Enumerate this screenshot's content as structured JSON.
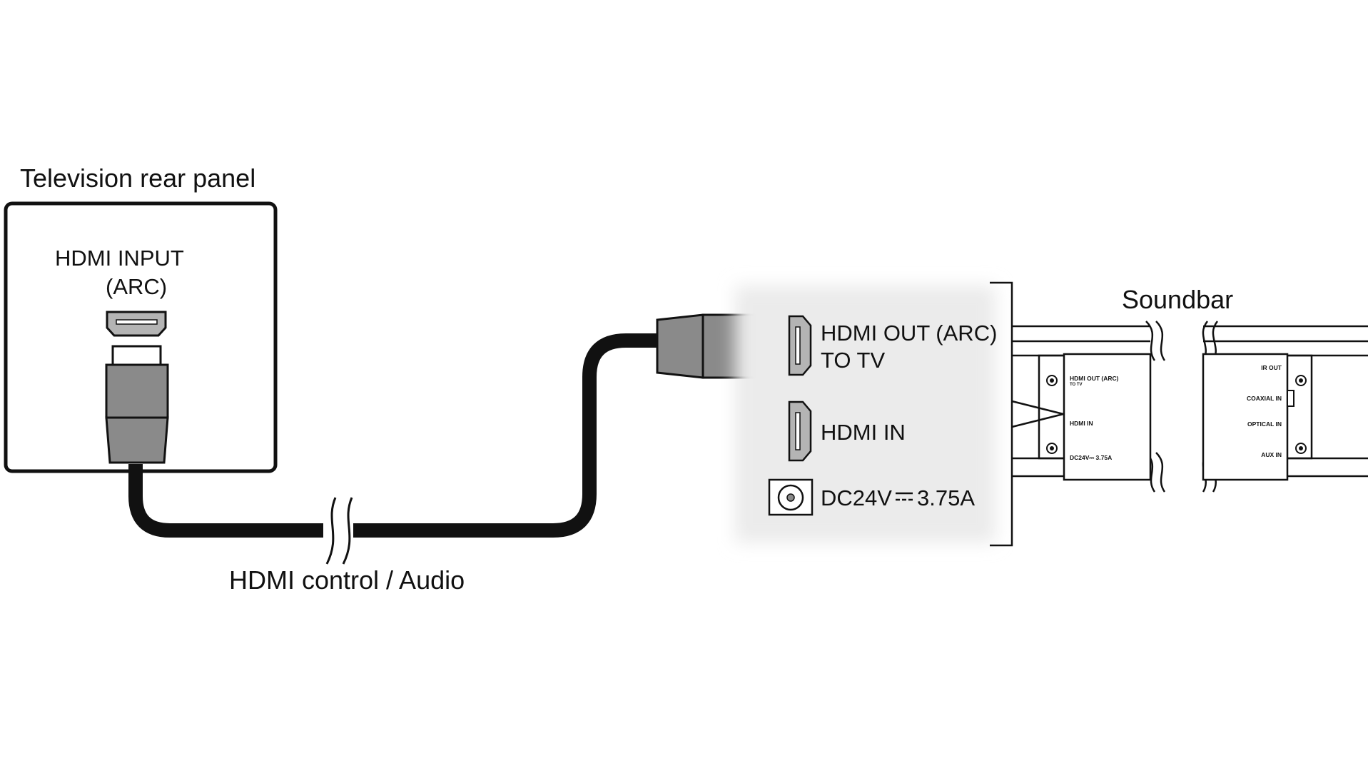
{
  "television": {
    "panel_title": "Television rear panel",
    "port_label_line1": "HDMI INPUT",
    "port_label_line2": "(ARC)"
  },
  "cable": {
    "label": "HDMI control / Audio"
  },
  "soundbar": {
    "title": "Soundbar",
    "closeup": {
      "hdmi_out_line1": "HDMI OUT (ARC)",
      "hdmi_out_line2": "TO TV",
      "hdmi_in": "HDMI IN",
      "dc_prefix": "DC24V",
      "dc_current": "3.75A"
    },
    "panel_labels": {
      "hdmi_out_line1": "HDMI OUT (ARC)",
      "hdmi_out_line2": "TO TV",
      "hdmi_in": "HDMI IN",
      "dc": "DC24V⎓ 3.75A",
      "ir_out": "IR OUT",
      "coaxial_in": "COAXIAL IN",
      "optical_in": "OPTICAL IN",
      "aux_in": "AUX IN"
    }
  },
  "colors": {
    "line": "#111111",
    "connector_gray": "#8a8a8a",
    "port_gray": "#b4b4b4",
    "closeup_bg": "#ebebeb"
  }
}
